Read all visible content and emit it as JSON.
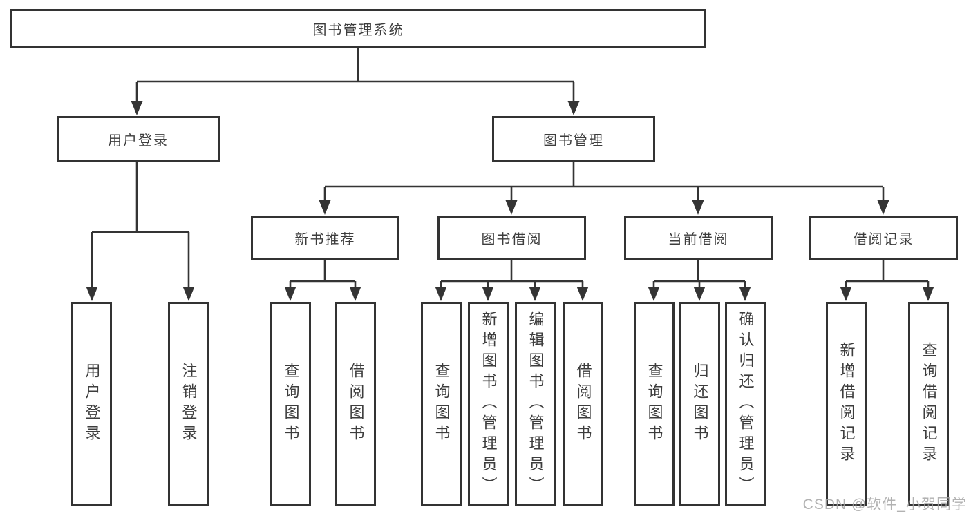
{
  "diagram": {
    "tree": {
      "label": "图书管理系统",
      "children": [
        {
          "label": "用户登录",
          "children": [
            {
              "label": "用户登录"
            },
            {
              "label": "注销登录"
            }
          ]
        },
        {
          "label": "图书管理",
          "children": [
            {
              "label": "新书推荐",
              "children": [
                {
                  "label": "查询图书"
                },
                {
                  "label": "借阅图书"
                }
              ]
            },
            {
              "label": "图书借阅",
              "children": [
                {
                  "label": "查询图书"
                },
                {
                  "label": "新增图书（管理员）"
                },
                {
                  "label": "编辑图书（管理员）"
                },
                {
                  "label": "借阅图书"
                }
              ]
            },
            {
              "label": "当前借阅",
              "children": [
                {
                  "label": "查询图书"
                },
                {
                  "label": "归还图书"
                },
                {
                  "label": "确认归还（管理员）"
                }
              ]
            },
            {
              "label": "借阅记录",
              "children": [
                {
                  "label": "新增借阅记录"
                },
                {
                  "label": "查询借阅记录"
                }
              ]
            }
          ]
        }
      ]
    },
    "colors": {
      "line": "#343434",
      "box_border": "#333333",
      "text": "#3d3d3d",
      "background": "#ffffff",
      "watermark": "#a4a4a4"
    },
    "watermark": {
      "text": "CSDN @软件_小贺同学"
    }
  }
}
